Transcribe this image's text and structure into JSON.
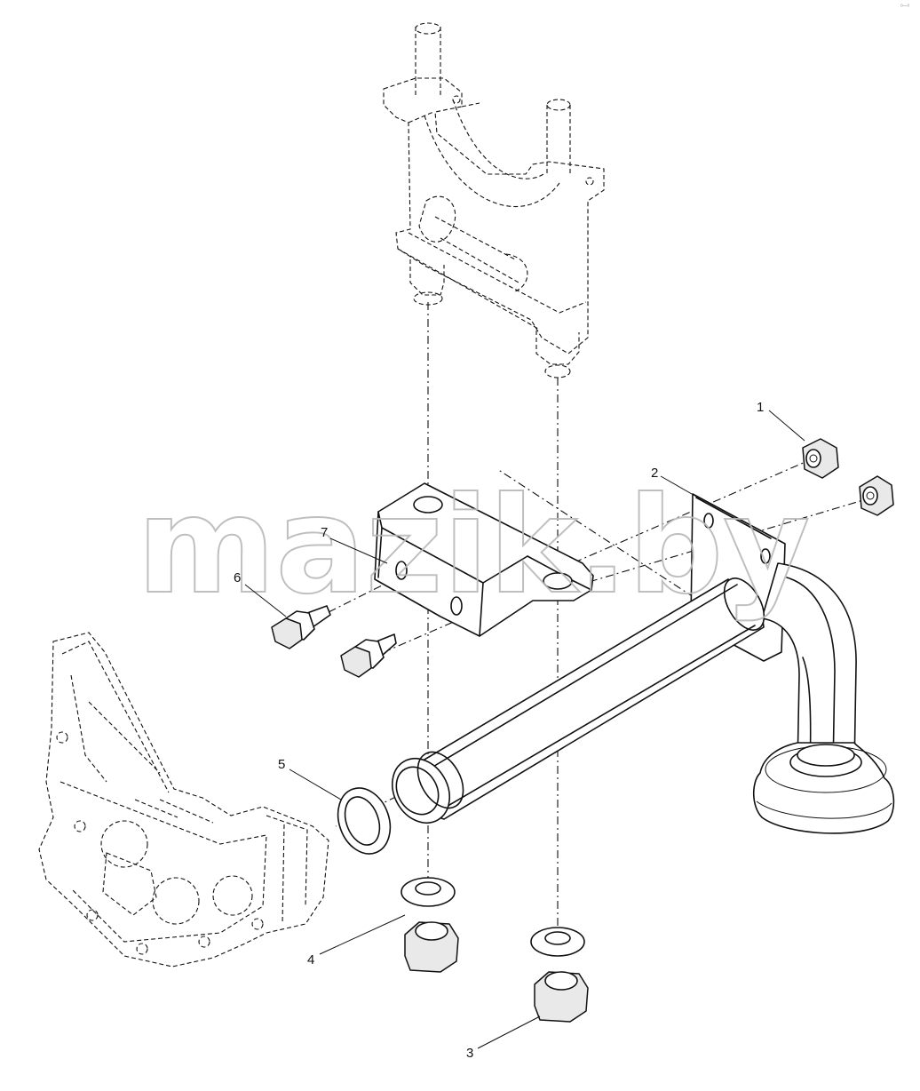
{
  "watermark": "mazik.by",
  "corner_mark": "ᵒ─ᵒ",
  "callouts": [
    {
      "id": "1",
      "label": "1"
    },
    {
      "id": "2",
      "label": "2"
    },
    {
      "id": "3",
      "label": "3"
    },
    {
      "id": "4",
      "label": "4"
    },
    {
      "id": "5",
      "label": "5"
    },
    {
      "id": "6",
      "label": "6"
    },
    {
      "id": "7",
      "label": "7"
    }
  ]
}
